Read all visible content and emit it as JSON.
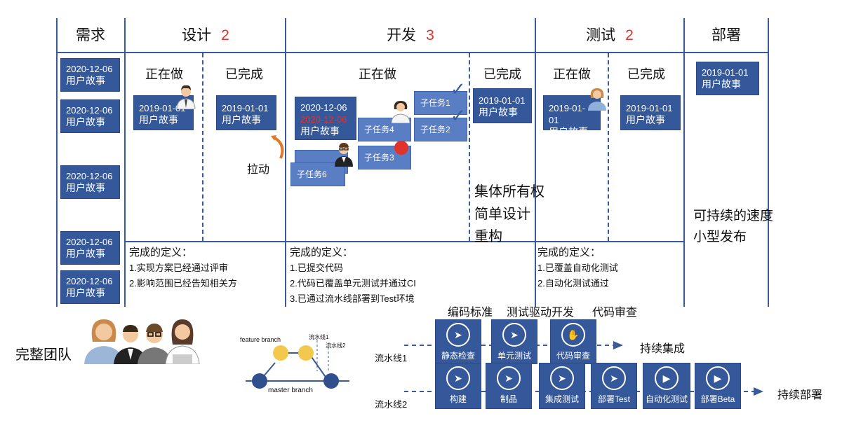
{
  "columns": {
    "requirements": "需求",
    "design": "设计",
    "design_wip": "2",
    "develop": "开发",
    "develop_wip": "3",
    "test": "测试",
    "test_wip": "2",
    "deploy": "部署"
  },
  "sub_headers": {
    "design_doing": "正在做",
    "design_done": "已完成",
    "dev_doing": "正在做",
    "dev_done": "已完成",
    "test_doing": "正在做",
    "test_done": "已完成"
  },
  "backlog_cards": [
    {
      "date": "2020-12-06",
      "title": "用户故事"
    },
    {
      "date": "2020-12-06",
      "title": "用户故事"
    },
    {
      "date": "2020-12-06",
      "title": "用户故事"
    },
    {
      "date": "2020-12-06",
      "title": "用户故事"
    },
    {
      "date": "2020-12-06",
      "title": "用户故事"
    }
  ],
  "design_cards": {
    "doing": {
      "date": "2019-01-01",
      "title": "用户故事"
    },
    "done": {
      "date": "2019-01-01",
      "title": "用户故事"
    }
  },
  "dev_cards": {
    "doing": {
      "date": "2020-12-06",
      "date_overdue": "2020-12-06",
      "title": "用户故事"
    },
    "done": {
      "date": "2019-01-01",
      "title": "用户故事"
    },
    "tasks": [
      "子任务1",
      "子任务2",
      "子任务3",
      "子任务4",
      "子任务6"
    ]
  },
  "test_cards": {
    "doing": {
      "date": "2019-01-01",
      "title": "用户故事"
    },
    "done": {
      "date": "2019-01-01",
      "title": "用户故事"
    }
  },
  "deploy_card": {
    "date": "2019-01-01",
    "title": "用户故事"
  },
  "pull_label": "拉动",
  "dev_practices": [
    "集体所有权",
    "简单设计",
    "重构"
  ],
  "deploy_practices": [
    "可持续的速度",
    "小型发布"
  ],
  "definitions": {
    "design": {
      "title": "完成的定义：",
      "items": [
        "1.实现方案已经通过评审",
        "2.影响范围已经告知相关方"
      ]
    },
    "develop": {
      "title": "完成的定义：",
      "items": [
        "1.已提交代码",
        "2.代码已覆盖单元测试并通过CI",
        "3.已通过流水线部署到Test环境"
      ]
    },
    "test": {
      "title": "完成的定义：",
      "items": [
        "1.已覆盖自动化测试",
        "2.自动化测试通过"
      ]
    }
  },
  "team_label": "完整团队",
  "branch": {
    "feature": "feature branch",
    "master": "master branch",
    "pipe1": "流水线1",
    "pipe2": "流水线2"
  },
  "pipelines": {
    "top_practices": [
      "编码标准",
      "测试驱动开发",
      "代码审查"
    ],
    "pipe1": {
      "label": "流水线1",
      "stages": [
        {
          "label": "静态检查",
          "icon": "plane-icon"
        },
        {
          "label": "单元测试",
          "icon": "plane-icon"
        },
        {
          "label": "代码审查",
          "icon": "hand-icon"
        }
      ],
      "result": "持续集成"
    },
    "pipe2": {
      "label": "流水线2",
      "stages": [
        {
          "label": "构建",
          "icon": "plane-icon"
        },
        {
          "label": "制品",
          "icon": "plane-icon"
        },
        {
          "label": "集成测试",
          "icon": "plane-icon"
        },
        {
          "label": "部署Test",
          "icon": "plane-icon"
        },
        {
          "label": "自动化测试",
          "icon": "play-icon"
        },
        {
          "label": "部署Beta",
          "icon": "play-icon"
        }
      ],
      "result": "持续部署"
    }
  },
  "colors": {
    "card": "#35589a",
    "task": "#5a7ec4",
    "line": "#3a5a9a",
    "wip": "#e0332b",
    "overdue": "#e0332b"
  }
}
